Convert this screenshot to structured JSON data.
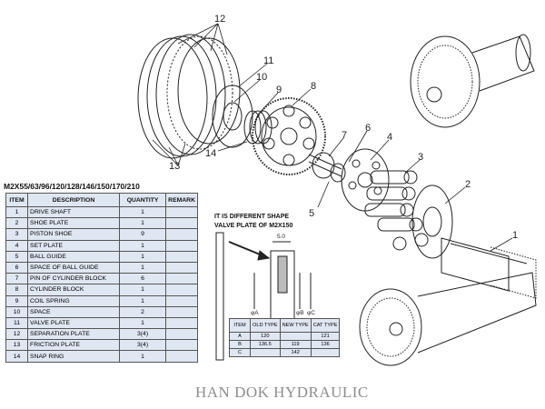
{
  "models": "M2X55/63/96/120/128/146/150/170/210",
  "callouts": [
    "12",
    "11",
    "10",
    "9",
    "8",
    "7",
    "6",
    "4",
    "3",
    "2",
    "1",
    "5",
    "14",
    "13"
  ],
  "note": [
    "IT IS DIFFERENT SHAPE",
    "VALVE PLATE OF M2X150"
  ],
  "dims": {
    "top": "5.0",
    "a": "φA",
    "b": "φB",
    "c": "φC"
  },
  "parts_table": {
    "headers": [
      "ITEM",
      "DESCRIPTION",
      "QUANTITY",
      "REMARK"
    ],
    "rows": [
      [
        "1",
        "DRIVE SHAFT",
        "1",
        ""
      ],
      [
        "2",
        "SHOE PLATE",
        "1",
        ""
      ],
      [
        "3",
        "PISTON SHOE",
        "9",
        ""
      ],
      [
        "4",
        "SET PLATE",
        "1",
        ""
      ],
      [
        "5",
        "BALL GUIDE",
        "1",
        ""
      ],
      [
        "6",
        "SPACE OF BALL GUIDE",
        "1",
        ""
      ],
      [
        "7",
        "PIN OF CYLINDER BLOCK",
        "6",
        ""
      ],
      [
        "8",
        "CYLINDER BLOCK",
        "1",
        ""
      ],
      [
        "9",
        "COIL SPRING",
        "1",
        ""
      ],
      [
        "10",
        "SPACE",
        "2",
        ""
      ],
      [
        "11",
        "VALVE PLATE",
        "1",
        ""
      ],
      [
        "12",
        "SEPARATION PLATE",
        "3(4)",
        ""
      ],
      [
        "13",
        "FRICTION PLATE",
        "3(4)",
        ""
      ],
      [
        "14",
        "SNAP RING",
        "1",
        ""
      ]
    ]
  },
  "type_table": {
    "headers": [
      "ITEM",
      "OLD TYPE",
      "NEW TYPE",
      "CAT TYPE"
    ],
    "rows": [
      [
        "A",
        "120",
        "",
        "121"
      ],
      [
        "B",
        "136.5",
        "119",
        "136"
      ],
      [
        "C",
        "",
        "142",
        ""
      ]
    ]
  },
  "footer": "HAN DOK HYDRAULIC",
  "colors": {
    "table_fill": "#dfe7f2",
    "line": "#222222",
    "footer": "#8e8e8e"
  }
}
